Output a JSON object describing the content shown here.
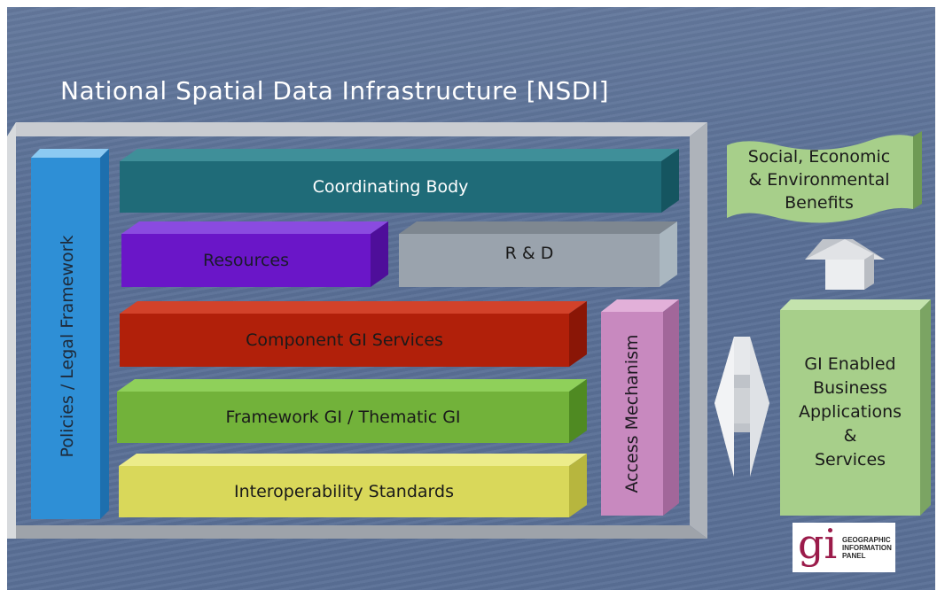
{
  "title": "National Spatial Data Infrastructure [NSDI]",
  "blocks": {
    "policies": "Policies / Legal Framework",
    "coordinating": "Coordinating Body",
    "resources": "Resources",
    "rd": "R & D",
    "component": "Component GI Services",
    "framework": "Framework GI / Thematic GI",
    "interop": "Interoperability Standards",
    "access": "Access Mechanism"
  },
  "benefits": {
    "line1": "Social, Economic",
    "line2": "& Environmental",
    "line3": "Benefits"
  },
  "applications": {
    "line1": "GI Enabled",
    "line2": "Business",
    "line3": "Applications",
    "line4": "&",
    "line5": "Services"
  },
  "logo": {
    "mark": "gi",
    "line1": "GEOGRAPHIC",
    "line2": "INFORMATION",
    "line3": "PANEL"
  },
  "colors": {
    "background": "#5a7096",
    "coordinating": "#1f6b78",
    "resources": "#6a16c8",
    "rd": "#9aa3ad",
    "component": "#b1200a",
    "framework": "#72b23a",
    "interop": "#d9d85a",
    "policies": "#2e8fd6",
    "access": "#c889bf",
    "benefits": "#a7cf8a"
  }
}
